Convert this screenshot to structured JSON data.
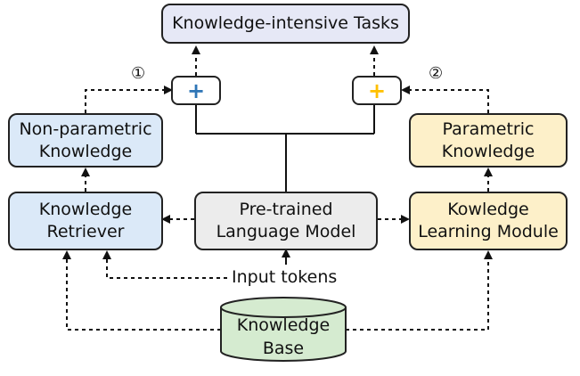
{
  "colors": {
    "retrieval_blue": "#dbe9f8",
    "parametric_yellow": "#fdf0c9",
    "plm_gray": "#ececec",
    "tasks_lavender": "#e6e8f6",
    "base_green": "#d5ebd0",
    "plus_blue": "#2e75b6",
    "plus_yellow": "#ffc000"
  },
  "nodes": {
    "tasks": "Knowledge-intensive Tasks",
    "nonparam_line1": "Non-parametric",
    "nonparam_line2": "Knowledge",
    "param_line1": "Parametric",
    "param_line2": "Knowledge",
    "retriever_line1": "Knowledge",
    "retriever_line2": "Retriever",
    "plm_line1": "Pre-trained",
    "plm_line2": "Language Model",
    "klm_line1": "Kowledge",
    "klm_line2": "Learning Module",
    "input_tokens": "Input tokens",
    "kb_line1": "Knowledge",
    "kb_line2": "Base"
  },
  "operators": {
    "left_plus": "+",
    "right_plus": "+"
  },
  "markers": {
    "left": "①",
    "right": "②"
  }
}
